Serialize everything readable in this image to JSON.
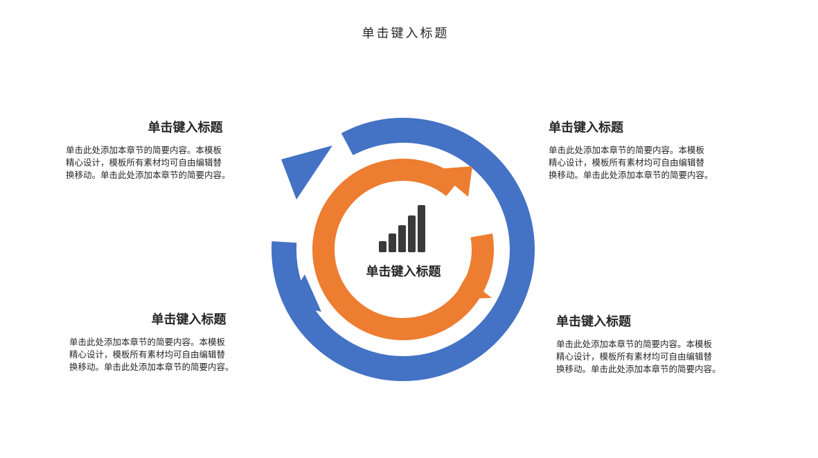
{
  "title": "单击键入标题",
  "center": {
    "label": "单击键入标题",
    "icon": "signal-bars-icon"
  },
  "blocks": [
    {
      "id": "tl",
      "heading": "单击键入标题",
      "lines": [
        "单击此处添加本章节的简要内容。本模板",
        "精心设计，模板所有素材均可自由编辑替",
        "换移动。单击此处添加本章节的简要内容。"
      ]
    },
    {
      "id": "tr",
      "heading": "单击键入标题",
      "lines": [
        "单击此处添加本章节的简要内容。本模板",
        "精心设计，模板所有素材均可自由编辑替",
        "换移动。单击此处添加本章节的简要内容。"
      ]
    },
    {
      "id": "bl",
      "heading": "单击键入标题",
      "lines": [
        "单击此处添加本章节的简要内容。本模板",
        "精心设计，模板所有素材均可自由编辑替",
        "换移动。单击此处添加本章节的简要内容。"
      ]
    },
    {
      "id": "br",
      "heading": "单击键入标题",
      "lines": [
        "单击此处添加本章节的简要内容。本模板",
        "精心设计，模板所有素材均可自由编辑替",
        "换移动。单击此处添加本章节的简要内容。"
      ]
    }
  ],
  "colors": {
    "outer_ring": "#4472c4",
    "inner_ring": "#ed7d31",
    "icon": "#3a3a3a",
    "text": "#262626"
  }
}
